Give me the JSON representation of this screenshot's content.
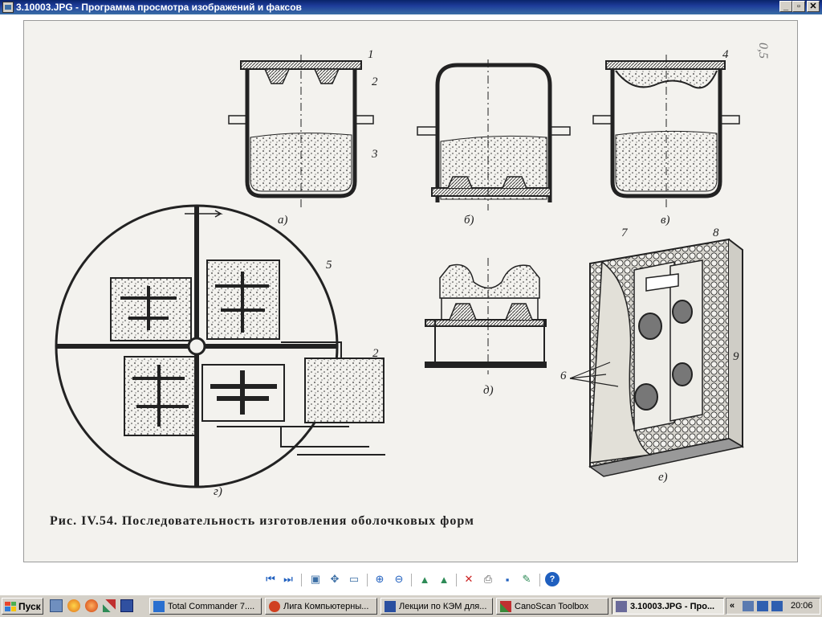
{
  "window": {
    "title": "3.10003.JPG - Программа просмотра изображений и факсов",
    "min_label": "_",
    "max_label": "▫",
    "close_label": "✕"
  },
  "image": {
    "figure_labels": [
      "а)",
      "б)",
      "в)",
      "г)",
      "д)",
      "е)"
    ],
    "number_labels": [
      "1",
      "2",
      "3",
      "4",
      "5",
      "2",
      "7",
      "8",
      "6",
      "9"
    ],
    "caption": "Рис. IV.54. Последовательность изготовления оболочковых форм",
    "handwritten": "0,5"
  },
  "toolbar": {
    "buttons": [
      {
        "name": "previous-image-icon",
        "glyph": "⏮",
        "color": "#1f5fbf"
      },
      {
        "name": "next-image-icon",
        "glyph": "⏭",
        "color": "#1f5fbf"
      },
      {
        "name": "best-fit-icon",
        "glyph": "▣",
        "color": "#3a6ea5"
      },
      {
        "name": "actual-size-icon",
        "glyph": "✥",
        "color": "#3a6ea5"
      },
      {
        "name": "slideshow-icon",
        "glyph": "▭",
        "color": "#3a6ea5"
      },
      {
        "name": "zoom-in-icon",
        "glyph": "⊕",
        "color": "#1f5fbf"
      },
      {
        "name": "zoom-out-icon",
        "glyph": "⊖",
        "color": "#1f5fbf"
      },
      {
        "name": "rotate-clockwise-icon",
        "glyph": "▲",
        "color": "#2e8b57"
      },
      {
        "name": "rotate-counterclockwise-icon",
        "glyph": "▲",
        "color": "#2e8b57"
      },
      {
        "name": "delete-icon",
        "glyph": "✕",
        "color": "#cc2222"
      },
      {
        "name": "print-icon",
        "glyph": "⎙",
        "color": "#555555"
      },
      {
        "name": "save-icon",
        "glyph": "▪",
        "color": "#1f5fbf"
      },
      {
        "name": "edit-icon",
        "glyph": "✎",
        "color": "#2e8b57"
      },
      {
        "name": "help-icon",
        "glyph": "?",
        "color": "#1f5fbf"
      }
    ]
  },
  "taskbar": {
    "start_label": "Пуск",
    "quicklaunch": [
      "show-desktop-icon",
      "browser-icon",
      "media-icon",
      "network-icon",
      "save-icon"
    ],
    "tasks": [
      {
        "label": "Total Commander 7....",
        "icon_color": "#2a6fcf"
      },
      {
        "label": "Лига Компьютерны...",
        "icon_color": "#d04020"
      },
      {
        "label": "Лекции по КЭМ для...",
        "icon_color": "#2a4fa0"
      },
      {
        "label": "CanoScan Toolbox",
        "icon_color": "#3a8a3a"
      },
      {
        "label": "3.10003.JPG - Про...",
        "icon_color": "#6a6a9a"
      }
    ],
    "tray_chevron": "«",
    "clock": "20:06"
  }
}
